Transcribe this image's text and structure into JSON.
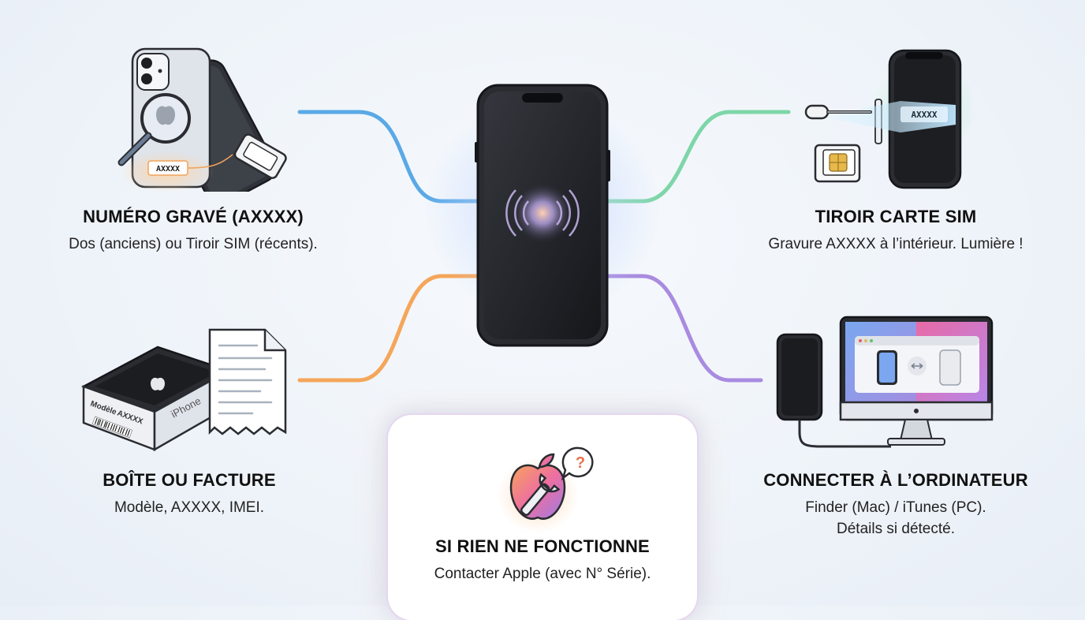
{
  "nodes": {
    "engraved": {
      "title": "NUMÉRO GRAVÉ (AXXXX)",
      "desc": "Dos (anciens) ou Tiroir SIM (récents).",
      "tag": "AXXXX"
    },
    "sim_tray": {
      "title": "TIROIR CARTE SIM",
      "desc": "Gravure AXXXX à l’intérieur. Lumière !",
      "tag": "AXXXX"
    },
    "box": {
      "title": "BOÎTE OU FACTURE",
      "desc": "Modèle, AXXXX, IMEI.",
      "box_brand": "iPhone",
      "box_text_1": "Modèle",
      "box_text_2": "AXXXX"
    },
    "computer": {
      "title": "CONNECTER À L’ORDINATEUR",
      "desc_1": "Finder (Mac) / iTunes (PC).",
      "desc_2": "Détails si détecté."
    },
    "fallback": {
      "title": "SI RIEN NE FONCTIONNE",
      "desc": "Contacter Apple (avec N° Série)."
    }
  },
  "colors": {
    "link_top_left": "#5aa9e6",
    "link_top_right": "#7ed6a8",
    "link_bottom_left": "#f5a65a",
    "link_bottom_right": "#a98be0",
    "link_down": "#d9b8c8"
  }
}
